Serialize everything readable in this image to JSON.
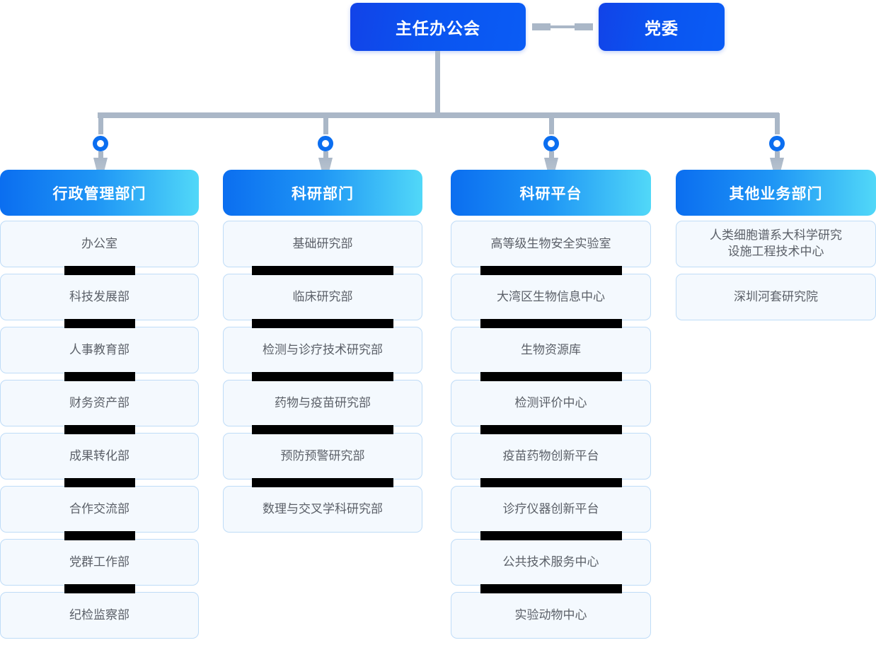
{
  "top": {
    "main_node": "主任办公会",
    "party_node": "党委",
    "link_style": "dashed"
  },
  "colors": {
    "top_node_gradient_start": "#1243e8",
    "top_node_gradient_end": "#0a5cf5",
    "header_gradient_start": "#0b6ef0",
    "header_gradient_end": "#51d8f8",
    "connector_line": "#aab7c7",
    "connector_ring": "#0b6ef0",
    "card_background": "#f4f9fe",
    "card_border": "#bfdcf7",
    "card_text": "#5b6068",
    "redaction": "#000000"
  },
  "columns": [
    {
      "header": "行政管理部门",
      "items": [
        "办公室",
        "科技发展部",
        "人事教育部",
        "财务资产部",
        "成果转化部",
        "合作交流部",
        "党群工作部",
        "纪检监察部"
      ]
    },
    {
      "header": "科研部门",
      "items": [
        "基础研究部",
        "临床研究部",
        "检测与诊疗技术研究部",
        "药物与疫苗研究部",
        "预防预警研究部",
        "数理与交叉学科研究部"
      ]
    },
    {
      "header": "科研平台",
      "items": [
        "高等级生物安全实验室",
        "大湾区生物信息中心",
        "生物资源库",
        "检测评价中心",
        "疫苗药物创新平台",
        "诊疗仪器创新平台",
        "公共技术服务中心",
        "实验动物中心"
      ]
    },
    {
      "header": "其他业务部门",
      "items": [
        "人类细胞谱系大科学研究\n设施工程技术中心",
        "深圳河套研究院"
      ]
    }
  ]
}
